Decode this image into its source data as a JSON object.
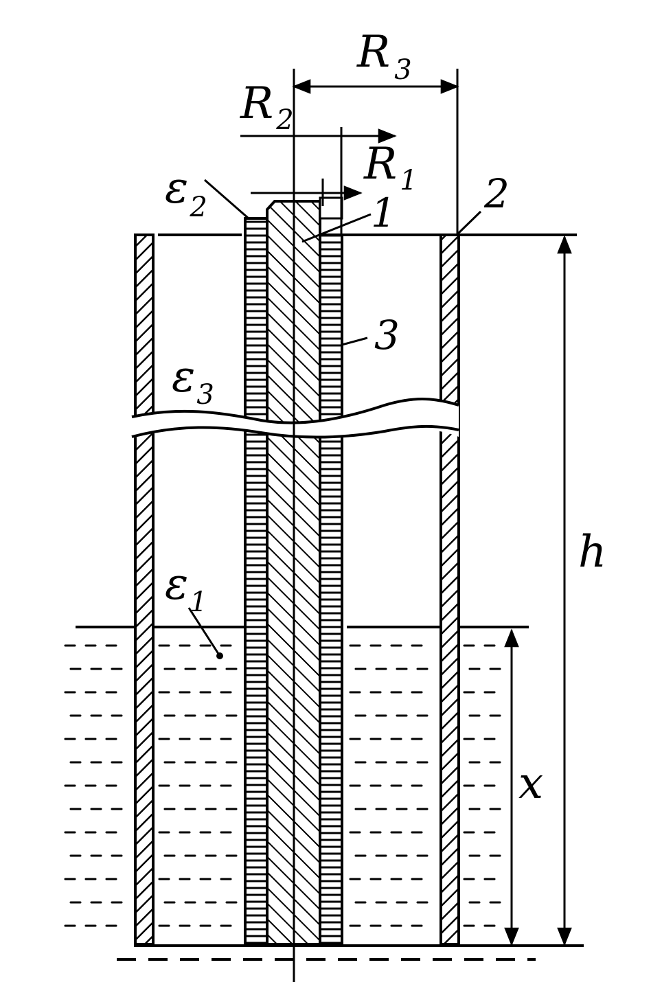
{
  "labels": {
    "R3": {
      "main": "R",
      "sub": "3"
    },
    "R2": {
      "main": "R",
      "sub": "2"
    },
    "R1": {
      "main": "R",
      "sub": "1"
    },
    "eps2": {
      "main": "ε",
      "sub": "2"
    },
    "eps3": {
      "main": "ε",
      "sub": "3"
    },
    "eps1": {
      "main": "ε",
      "sub": "1"
    },
    "n1": "1",
    "n2": "2",
    "n3": "3",
    "h": "h",
    "x": "x"
  }
}
